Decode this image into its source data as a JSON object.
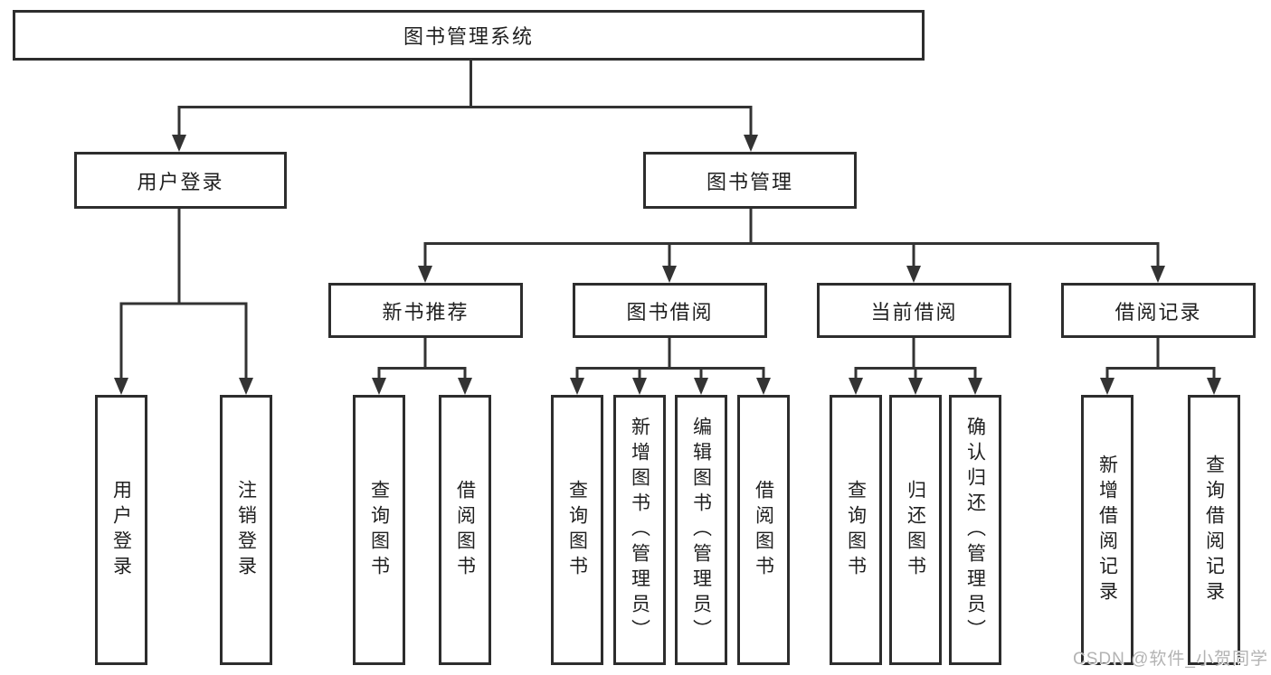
{
  "diagram": {
    "root": {
      "label": "图书管理系统",
      "children": [
        {
          "label": "用户登录",
          "children": [
            {
              "label": "用户登录"
            },
            {
              "label": "注销登录"
            }
          ]
        },
        {
          "label": "图书管理",
          "children": [
            {
              "label": "新书推荐",
              "children": [
                {
                  "label": "查询图书"
                },
                {
                  "label": "借阅图书"
                }
              ]
            },
            {
              "label": "图书借阅",
              "children": [
                {
                  "label": "查询图书"
                },
                {
                  "label": "新增图书（管理员）"
                },
                {
                  "label": "编辑图书（管理员）"
                },
                {
                  "label": "借阅图书"
                }
              ]
            },
            {
              "label": "当前借阅",
              "children": [
                {
                  "label": "查询图书"
                },
                {
                  "label": "归还图书"
                },
                {
                  "label": "确认归还（管理员）"
                }
              ]
            },
            {
              "label": "借阅记录",
              "children": [
                {
                  "label": "新增借阅记录"
                },
                {
                  "label": "查询借阅记录"
                }
              ]
            }
          ]
        }
      ]
    }
  },
  "watermark": {
    "text": "CSDN @软件_小贺同学"
  },
  "colors": {
    "background": "#ffffff",
    "box_border": "#2d2d2d",
    "line": "#333333",
    "text": "#1f1f1f",
    "watermark": "#b3b3b3"
  }
}
